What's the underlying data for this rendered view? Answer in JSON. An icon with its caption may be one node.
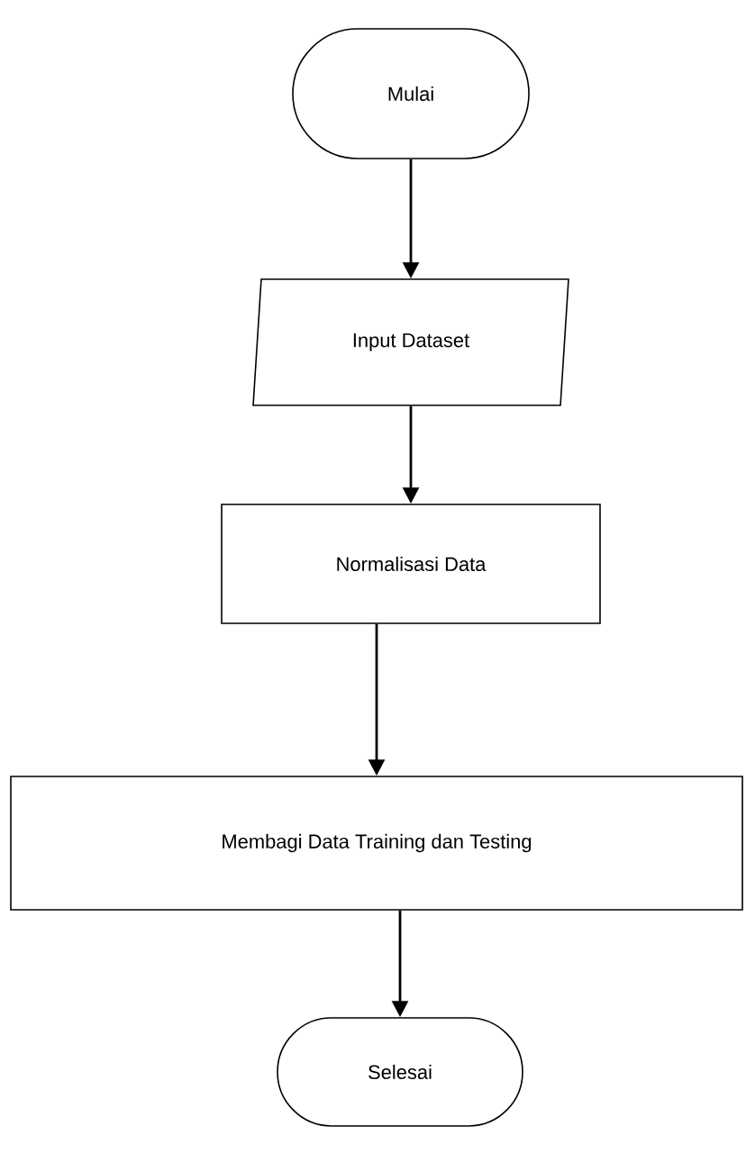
{
  "diagram": {
    "nodes": [
      {
        "text": [
          "Mulai"
        ]
      },
      {
        "text": [
          "Input Dataset"
        ]
      },
      {
        "text": [
          "Normalisasi Data"
        ]
      },
      {
        "text": [
          "Membagi Data Training dan Testing"
        ]
      },
      {
        "text": [
          "Selesai"
        ]
      }
    ],
    "edges": [
      {
        "from": 0,
        "to": 1,
        "arrow": "to"
      },
      {
        "from": 1,
        "to": 2,
        "arrow": "to"
      },
      {
        "from": 2,
        "to": 3,
        "arrow": "to"
      },
      {
        "from": 3,
        "to": 4,
        "arrow": "to"
      }
    ]
  }
}
